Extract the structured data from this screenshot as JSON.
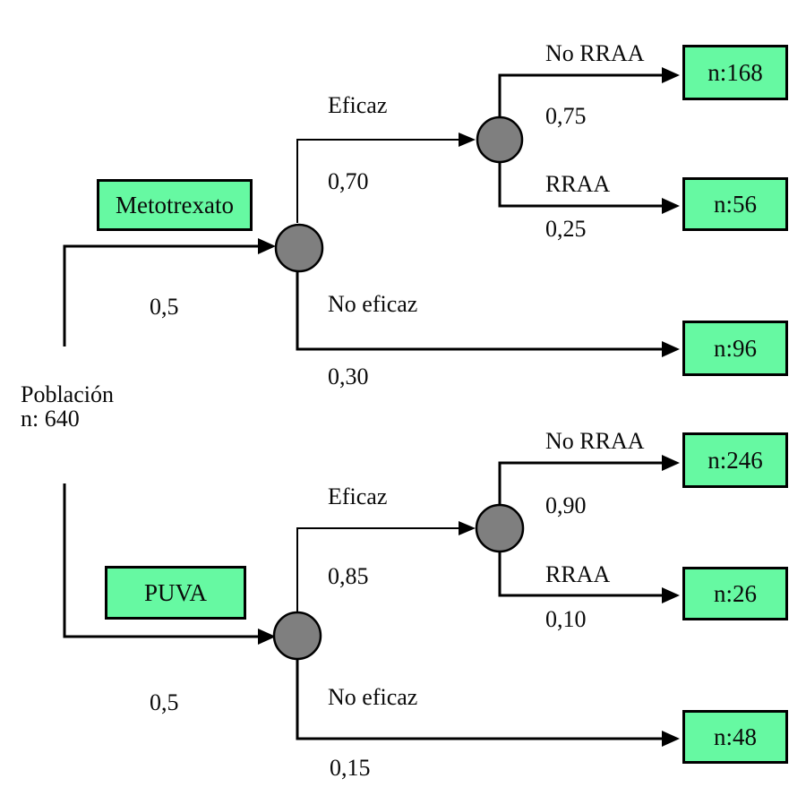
{
  "diagram": {
    "title_semantic": "decision-tree",
    "colors": {
      "box_fill": "#66F9A2",
      "box_border": "#000000",
      "node_fill": "#7F7F7F",
      "line_color": "#000000"
    },
    "root": {
      "label_line1": "Población",
      "label_line2": "n: 640"
    },
    "branches": [
      {
        "treatment": "Metotrexato",
        "probability": "0,5",
        "outcomes": [
          {
            "label": "Eficaz",
            "probability": "0,70",
            "sub": [
              {
                "label": "No RRAA",
                "probability": "0,75",
                "result": "n:168"
              },
              {
                "label": "RRAA",
                "probability": "0,25",
                "result": "n:56"
              }
            ]
          },
          {
            "label": "No eficaz",
            "probability": "0,30",
            "result": "n:96"
          }
        ]
      },
      {
        "treatment": "PUVA",
        "probability": "0,5",
        "outcomes": [
          {
            "label": "Eficaz",
            "probability": "0,85",
            "sub": [
              {
                "label": "No RRAA",
                "probability": "0,90",
                "result": "n:246"
              },
              {
                "label": "RRAA",
                "probability": "0,10",
                "result": "n:26"
              }
            ]
          },
          {
            "label": "No eficaz",
            "probability": "0,15",
            "result": "n:48"
          }
        ]
      }
    ]
  }
}
